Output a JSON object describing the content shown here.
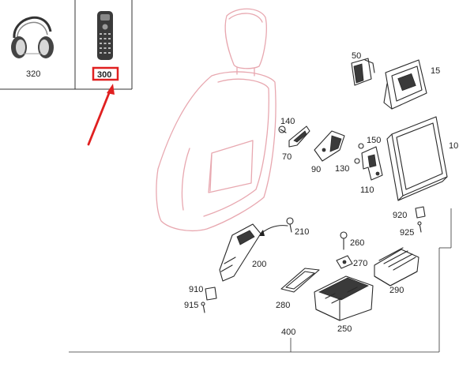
{
  "accent_color": "#e02020",
  "seat_color": "#e8a8b0",
  "highlighted_part": "300",
  "thumbnails": [
    {
      "id": "headphones",
      "icon": "headphones-icon",
      "label": "320"
    },
    {
      "id": "remote",
      "icon": "remote-control-icon",
      "label": "300"
    }
  ],
  "callouts": {
    "c50": "50",
    "c15": "15",
    "c140": "140",
    "c70": "70",
    "c90": "90",
    "c150": "150",
    "c130": "130",
    "c110": "110",
    "c10": "10",
    "c920": "920",
    "c925": "925",
    "c210": "210",
    "c200": "200",
    "c260": "260",
    "c270": "270",
    "c290": "290",
    "c910": "910",
    "c915": "915",
    "c280": "280",
    "c250": "250",
    "c400": "400"
  }
}
